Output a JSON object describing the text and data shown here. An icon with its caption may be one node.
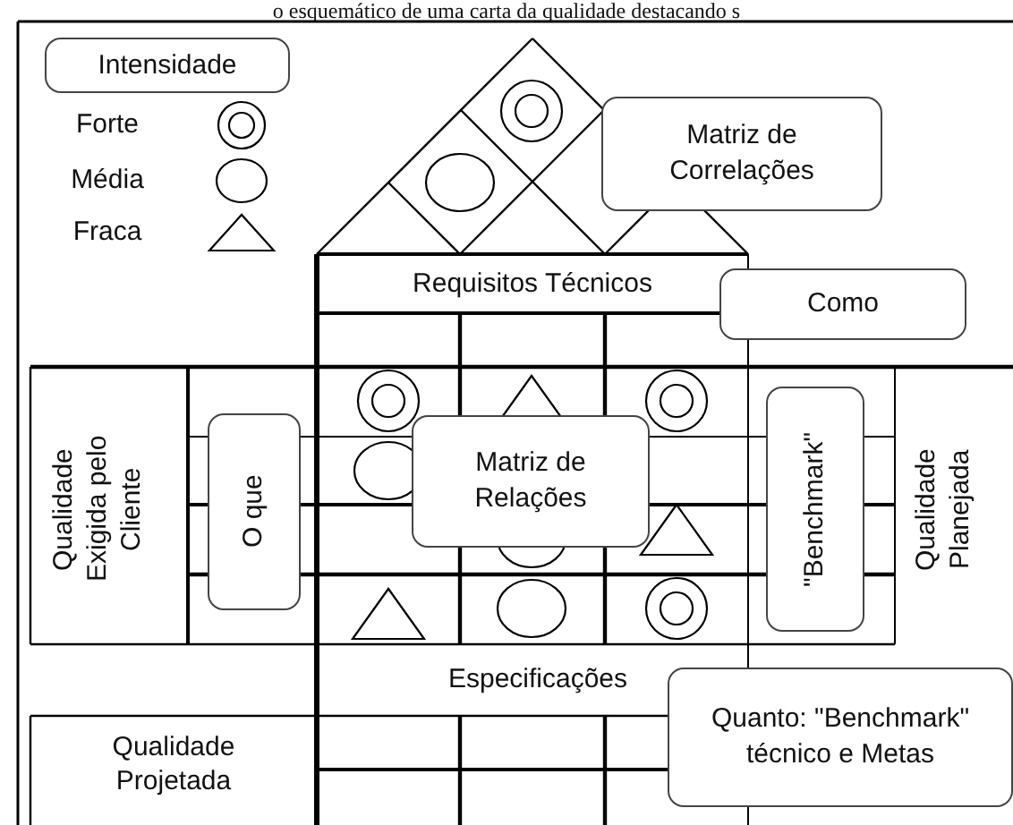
{
  "diagram": {
    "caption": "o esquemático de uma carta da qualidade destacando s",
    "nodes": [
      {
        "text": [
          "Intensidade"
        ]
      },
      {
        "text": [
          "Matriz de Correlações"
        ]
      },
      {
        "text": [
          "Como"
        ]
      },
      {
        "text": [
          "O que"
        ]
      },
      {
        "text": [
          "Matriz de Relações"
        ]
      },
      {
        "text": [
          "\"Benchmark\""
        ]
      },
      {
        "text": [
          "Quanto: \"Benchmark\" técnico e Metas"
        ]
      }
    ],
    "edges": [],
    "labels": [
      "Requisitos Técnicos",
      "Qualidade Exigida pelo Cliente",
      "Qualidade Planejada",
      "Especificações",
      "Qualidade Projetada"
    ],
    "legend": [
      {
        "text": "Forte"
      },
      {
        "text": "Média"
      },
      {
        "text": "Fraca"
      }
    ]
  }
}
